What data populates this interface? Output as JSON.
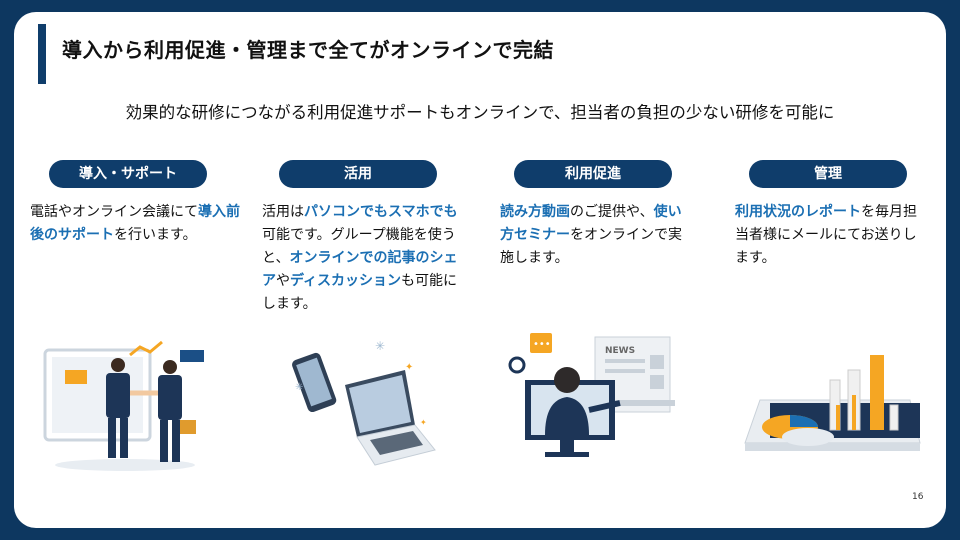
{
  "title": "導入から利用促進・管理まで全てがオンラインで完結",
  "subtitle": "効果的な研修につながる利用促進サポートもオンラインで、担当者の負担の少ない研修を可能に",
  "columns": [
    {
      "label": "導入・サポート",
      "illustration": "business-handshake-illustration",
      "desc": [
        {
          "t": "電話やオンライン会議にて"
        },
        {
          "t": "導入前後のサポート",
          "hl": true
        },
        {
          "t": "を行います。"
        }
      ]
    },
    {
      "label": "活用",
      "illustration": "laptop-tablet-illustration",
      "desc": [
        {
          "t": "活用は"
        },
        {
          "t": "パソコンでもスマホでも",
          "hl": true
        },
        {
          "t": "可能です。グループ機能を使うと、"
        },
        {
          "t": "オンラインでの記事のシェア",
          "hl": true
        },
        {
          "t": "や"
        },
        {
          "t": "ディスカッション",
          "hl": true
        },
        {
          "t": "も可能にします。"
        }
      ]
    },
    {
      "label": "利用促進",
      "illustration": "online-seminar-illustration",
      "desc": [
        {
          "t": "読み方動画",
          "hl": true
        },
        {
          "t": "のご提供や、"
        },
        {
          "t": "使い方セミナー",
          "hl": true
        },
        {
          "t": "をオンラインで実施します。"
        }
      ]
    },
    {
      "label": "管理",
      "illustration": "report-chart-illustration",
      "desc": [
        {
          "t": "利用状況のレポート",
          "hl": true
        },
        {
          "t": "を毎月担当者様にメールにてお送りします。"
        }
      ]
    }
  ],
  "news_label": "NEWS",
  "page_number": "16",
  "colors": {
    "navy": "#0f3d6b",
    "highlight": "#1b6fb3",
    "accent": "#f5a623"
  }
}
